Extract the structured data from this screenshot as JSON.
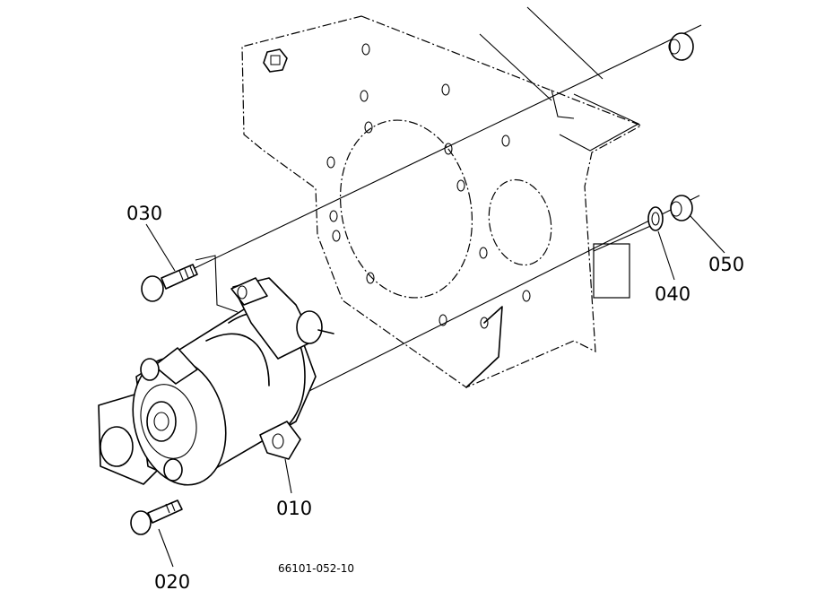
{
  "labels": {
    "part_010": "010",
    "part_020": "020",
    "part_030": "030",
    "part_040": "040",
    "part_050": "050"
  },
  "drawing_number": "66101-052-10"
}
